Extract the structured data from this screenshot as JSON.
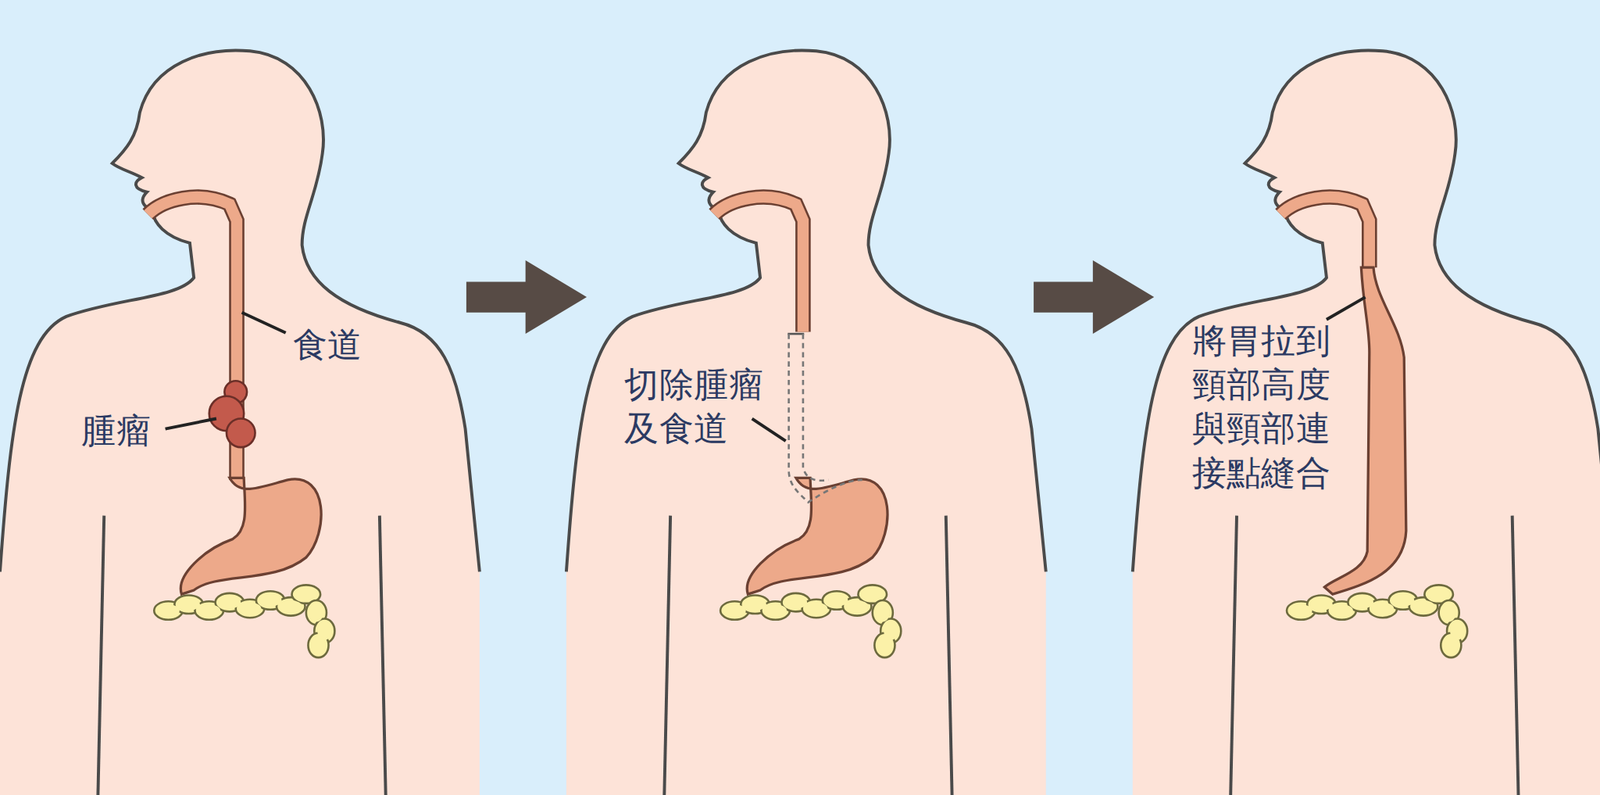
{
  "diagram": {
    "labels": [
      "食道",
      "腫瘤",
      "切除腫瘤 及食道",
      "將胃拉到 頸部高度 與頸部連 接點縫合"
    ]
  }
}
